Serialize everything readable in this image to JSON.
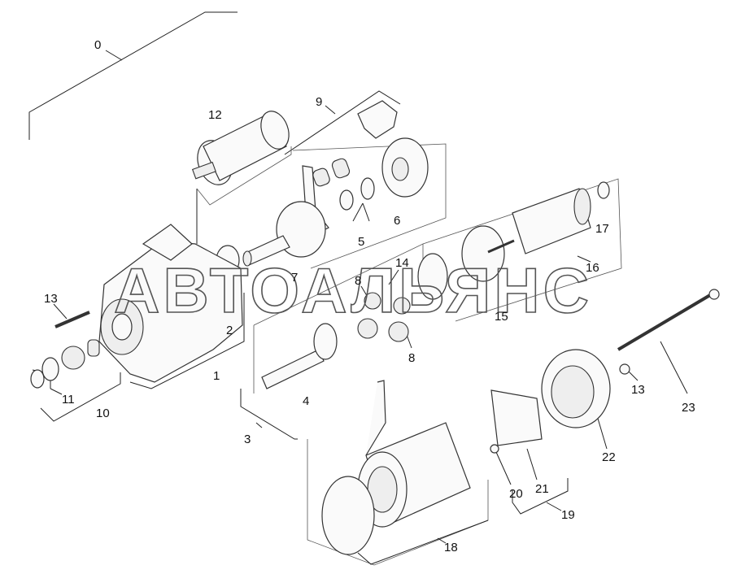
{
  "diagram": {
    "labels": [
      "0",
      "1",
      "2",
      "3",
      "4",
      "5",
      "6",
      "7",
      "8",
      "8",
      "9",
      "10",
      "11",
      "12",
      "13",
      "13",
      "14",
      "15",
      "16",
      "17",
      "18",
      "19",
      "20",
      "21",
      "22",
      "23"
    ]
  },
  "watermark": {
    "text": "АВТОАЛЬЯНС"
  }
}
